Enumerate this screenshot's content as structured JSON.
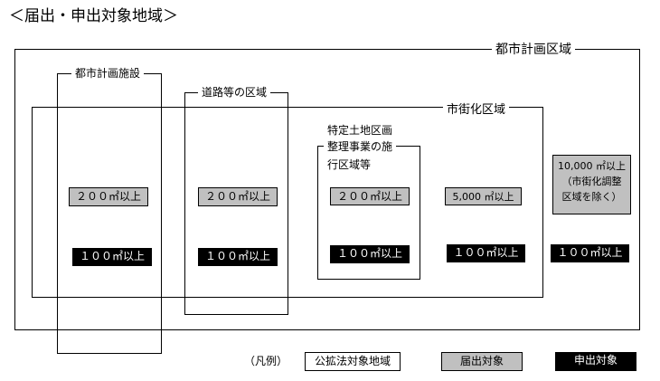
{
  "title": "＜届出・申出対象地域＞",
  "areas": {
    "toshi_keikaku_kuiki": "都市計画区域",
    "toshi_keikaku_shisetsu": "都市計画施設",
    "doro_to_no_kuiki": "道路等の区域",
    "shigaika_kuiki": "市街化区域",
    "tokutei_line1": "特定土地区画",
    "tokutei_line2": "整理事業の施",
    "tokutei_line3": "行区域等"
  },
  "badges": {
    "shisetsu_todokede": "２００㎡以上",
    "shisetsu_moushide": "１００㎡以上",
    "doro_todokede": "２００㎡以上",
    "doro_moushide": "１００㎡以上",
    "tokutei_todokede": "２００㎡以上",
    "tokutei_moushide": "１００㎡以上",
    "shigaika_todokede": "5,000 ㎡以上",
    "shigaika_moushide": "１００㎡以上",
    "chousei_line1": "10,000 ㎡以上",
    "chousei_line2": "（市街化調整",
    "chousei_line3": "区域を除く）",
    "chousei_moushide": "１００㎡以上"
  },
  "legend": {
    "label": "（凡例）",
    "kouhaku": "公拡法対象地域",
    "todokede": "届出対象",
    "moushide": "申出対象"
  }
}
